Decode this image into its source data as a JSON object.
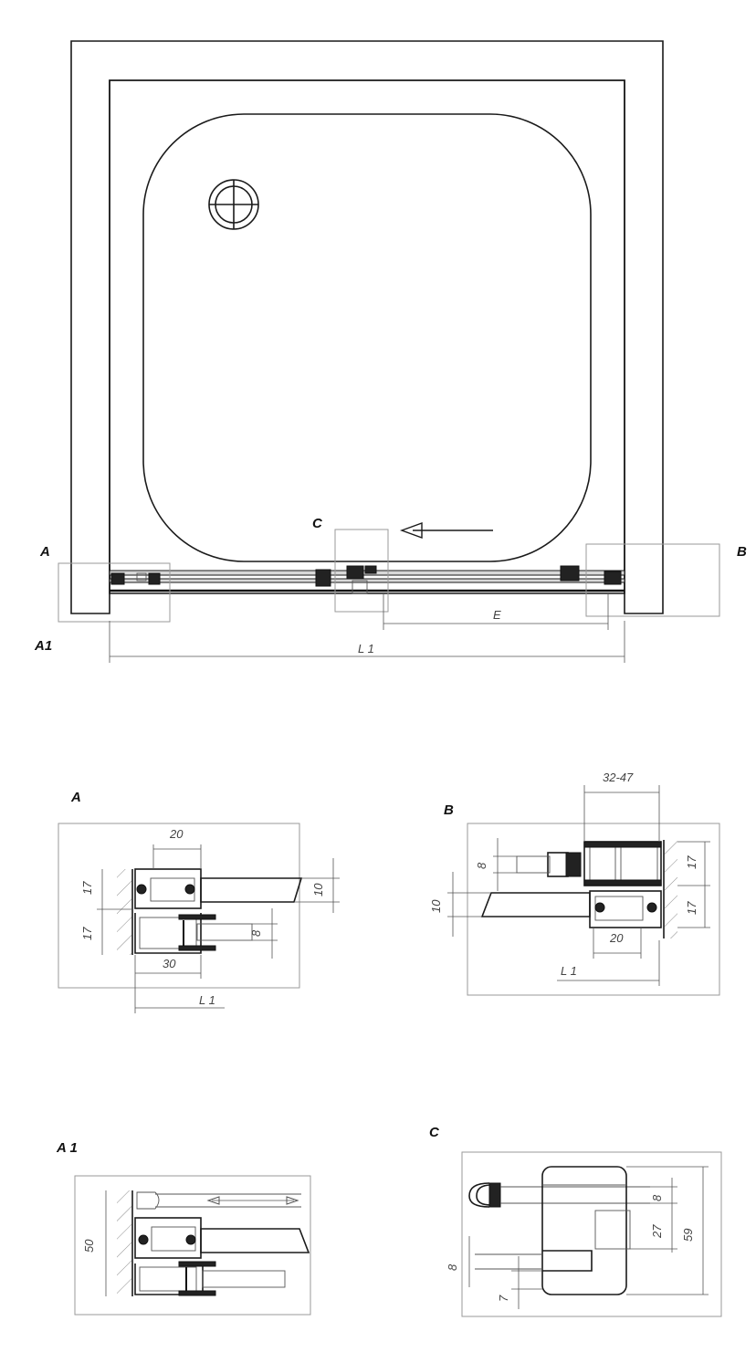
{
  "top_view": {
    "label_a": "A",
    "label_b": "B",
    "label_c": "C",
    "label_a1": "A1",
    "dim_e": "E",
    "dim_l1": "L 1"
  },
  "detail_a": {
    "title": "A",
    "dim_20": "20",
    "dim_17_top": "17",
    "dim_17_bottom": "17",
    "dim_10": "10",
    "dim_8": "8",
    "dim_30": "30",
    "dim_l1": "L 1"
  },
  "detail_b": {
    "title": "B",
    "dim_32_47": "32-47",
    "dim_8": "8",
    "dim_10": "10",
    "dim_17_top": "17",
    "dim_17_bottom": "17",
    "dim_20": "20",
    "dim_l1": "L 1"
  },
  "detail_a1": {
    "title": "A 1",
    "dim_50": "50"
  },
  "detail_c": {
    "title": "C",
    "dim_8_top": "8",
    "dim_27": "27",
    "dim_59": "59",
    "dim_8_left": "8",
    "dim_7": "7"
  }
}
